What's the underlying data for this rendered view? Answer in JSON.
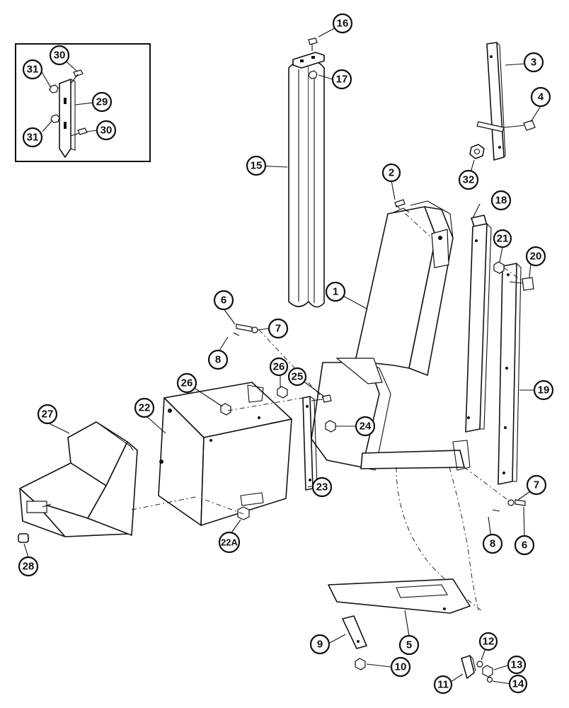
{
  "callouts": [
    {
      "id": "c1",
      "label": "1"
    },
    {
      "id": "c2",
      "label": "2"
    },
    {
      "id": "c3",
      "label": "3"
    },
    {
      "id": "c4",
      "label": "4"
    },
    {
      "id": "c5",
      "label": "5"
    },
    {
      "id": "c6a",
      "label": "6"
    },
    {
      "id": "c6b",
      "label": "6"
    },
    {
      "id": "c7a",
      "label": "7"
    },
    {
      "id": "c7b",
      "label": "7"
    },
    {
      "id": "c8a",
      "label": "8"
    },
    {
      "id": "c8b",
      "label": "8"
    },
    {
      "id": "c9",
      "label": "9"
    },
    {
      "id": "c10",
      "label": "10"
    },
    {
      "id": "c11",
      "label": "11"
    },
    {
      "id": "c12",
      "label": "12"
    },
    {
      "id": "c13",
      "label": "13"
    },
    {
      "id": "c14",
      "label": "14"
    },
    {
      "id": "c15",
      "label": "15"
    },
    {
      "id": "c16",
      "label": "16"
    },
    {
      "id": "c17",
      "label": "17"
    },
    {
      "id": "c18",
      "label": "18"
    },
    {
      "id": "c19",
      "label": "19"
    },
    {
      "id": "c20",
      "label": "20"
    },
    {
      "id": "c21",
      "label": "21"
    },
    {
      "id": "c22",
      "label": "22"
    },
    {
      "id": "c22A",
      "label": "22A"
    },
    {
      "id": "c23",
      "label": "23"
    },
    {
      "id": "c24",
      "label": "24"
    },
    {
      "id": "c25",
      "label": "25"
    },
    {
      "id": "c26a",
      "label": "26"
    },
    {
      "id": "c26b",
      "label": "26"
    },
    {
      "id": "c27",
      "label": "27"
    },
    {
      "id": "c28",
      "label": "28"
    },
    {
      "id": "c29",
      "label": "29"
    },
    {
      "id": "c30a",
      "label": "30"
    },
    {
      "id": "c30b",
      "label": "30"
    },
    {
      "id": "c31a",
      "label": "31"
    },
    {
      "id": "c31b",
      "label": "31"
    },
    {
      "id": "c32",
      "label": "32"
    }
  ]
}
